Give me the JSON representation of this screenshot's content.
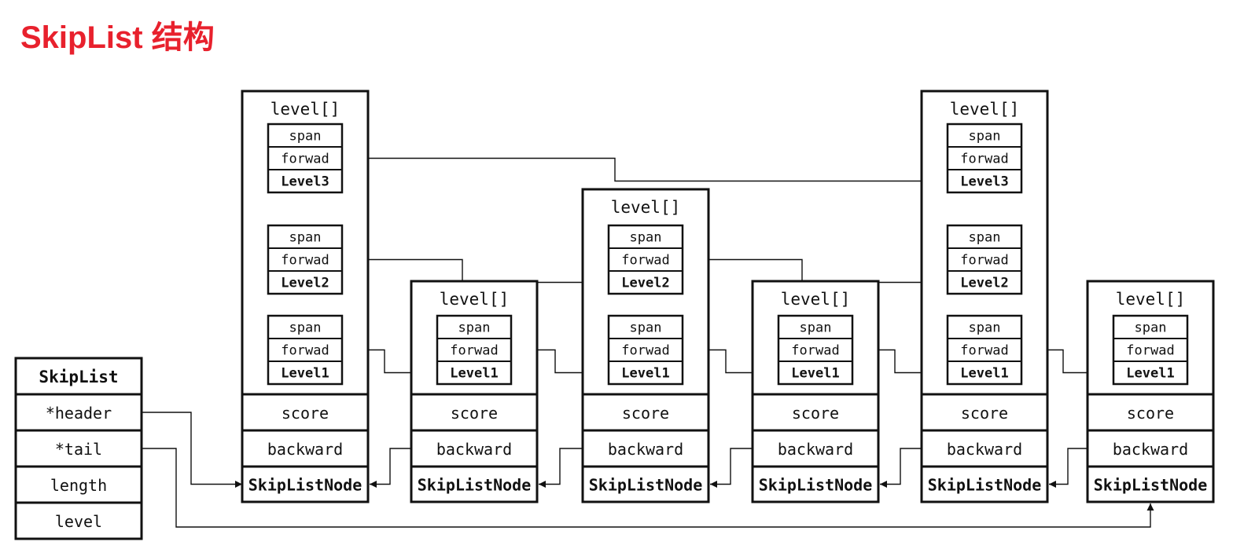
{
  "title": "SkipList 结构",
  "skiplist": {
    "name": "SkipList",
    "fields": [
      "*header",
      "*tail",
      "length",
      "level"
    ]
  },
  "node_labels": {
    "levels": "level[]",
    "span": "span",
    "forward": "forwad",
    "score": "score",
    "backward": "backward",
    "node": "SkipListNode",
    "level_prefix": "Level"
  },
  "nodes": [
    {
      "id": "n0",
      "levels": [
        1,
        2,
        3
      ]
    },
    {
      "id": "n1",
      "levels": [
        1
      ]
    },
    {
      "id": "n2",
      "levels": [
        1,
        2
      ]
    },
    {
      "id": "n3",
      "levels": [
        1
      ]
    },
    {
      "id": "n4",
      "levels": [
        1,
        2,
        3
      ]
    },
    {
      "id": "n5",
      "levels": [
        1
      ]
    }
  ],
  "forward_links": [
    {
      "from": "n0",
      "to": "n4",
      "level": 3
    },
    {
      "from": "n0",
      "to": "n2",
      "level": 2
    },
    {
      "from": "n2",
      "to": "n4",
      "level": 2
    },
    {
      "from": "n0",
      "to": "n1",
      "level": 1
    },
    {
      "from": "n1",
      "to": "n2",
      "level": 1
    },
    {
      "from": "n2",
      "to": "n3",
      "level": 1
    },
    {
      "from": "n3",
      "to": "n4",
      "level": 1
    },
    {
      "from": "n4",
      "to": "n5",
      "level": 1
    }
  ],
  "backward_links": [
    {
      "from": "n1",
      "to": "n0"
    },
    {
      "from": "n2",
      "to": "n1"
    },
    {
      "from": "n3",
      "to": "n2"
    },
    {
      "from": "n4",
      "to": "n3"
    },
    {
      "from": "n5",
      "to": "n4"
    }
  ],
  "pointer_links": [
    {
      "field": "*header",
      "to": "n0"
    },
    {
      "field": "*tail",
      "to": "n5"
    }
  ]
}
